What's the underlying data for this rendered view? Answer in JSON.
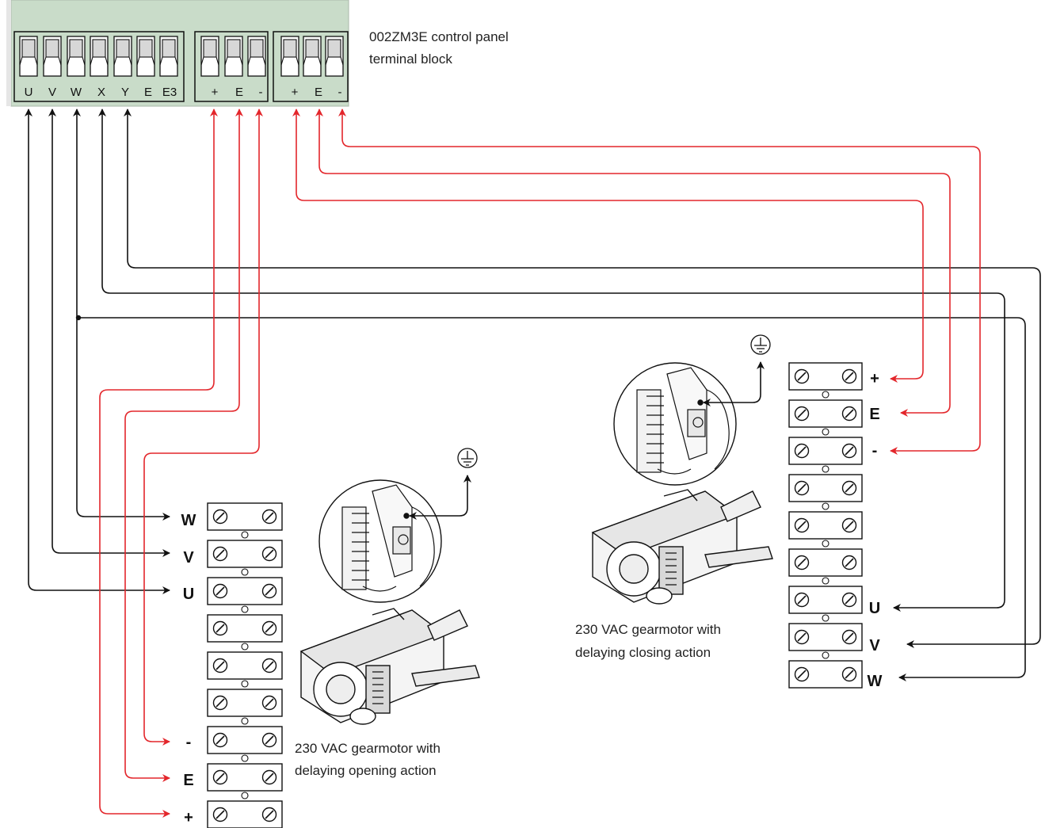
{
  "control_panel": {
    "title_line1": "002ZM3E control panel",
    "title_line2": "terminal block",
    "pins_group1": [
      "U",
      "V",
      "W",
      "X",
      "Y",
      "E",
      "E3"
    ],
    "pins_group2": [
      "+",
      "E",
      "-"
    ],
    "pins_group3": [
      "+",
      "E",
      "-"
    ]
  },
  "motor_opening": {
    "caption_line1": "230 VAC gearmotor with",
    "caption_line2": "delaying opening action",
    "terminal_labels": [
      "W",
      "V",
      "U",
      "",
      "",
      "",
      "-",
      "E",
      "+"
    ],
    "ground_icon": "earth-ground-icon"
  },
  "motor_closing": {
    "caption_line1": "230 VAC gearmotor with",
    "caption_line2": "delaying closing action",
    "terminal_labels": [
      "+",
      "E",
      "-",
      "",
      "",
      "",
      "U",
      "V",
      "W"
    ],
    "ground_icon": "earth-ground-icon"
  },
  "colors": {
    "signal_wire": "#e3262b",
    "power_wire": "#111111",
    "panel_fill": "#c9dcc9"
  }
}
